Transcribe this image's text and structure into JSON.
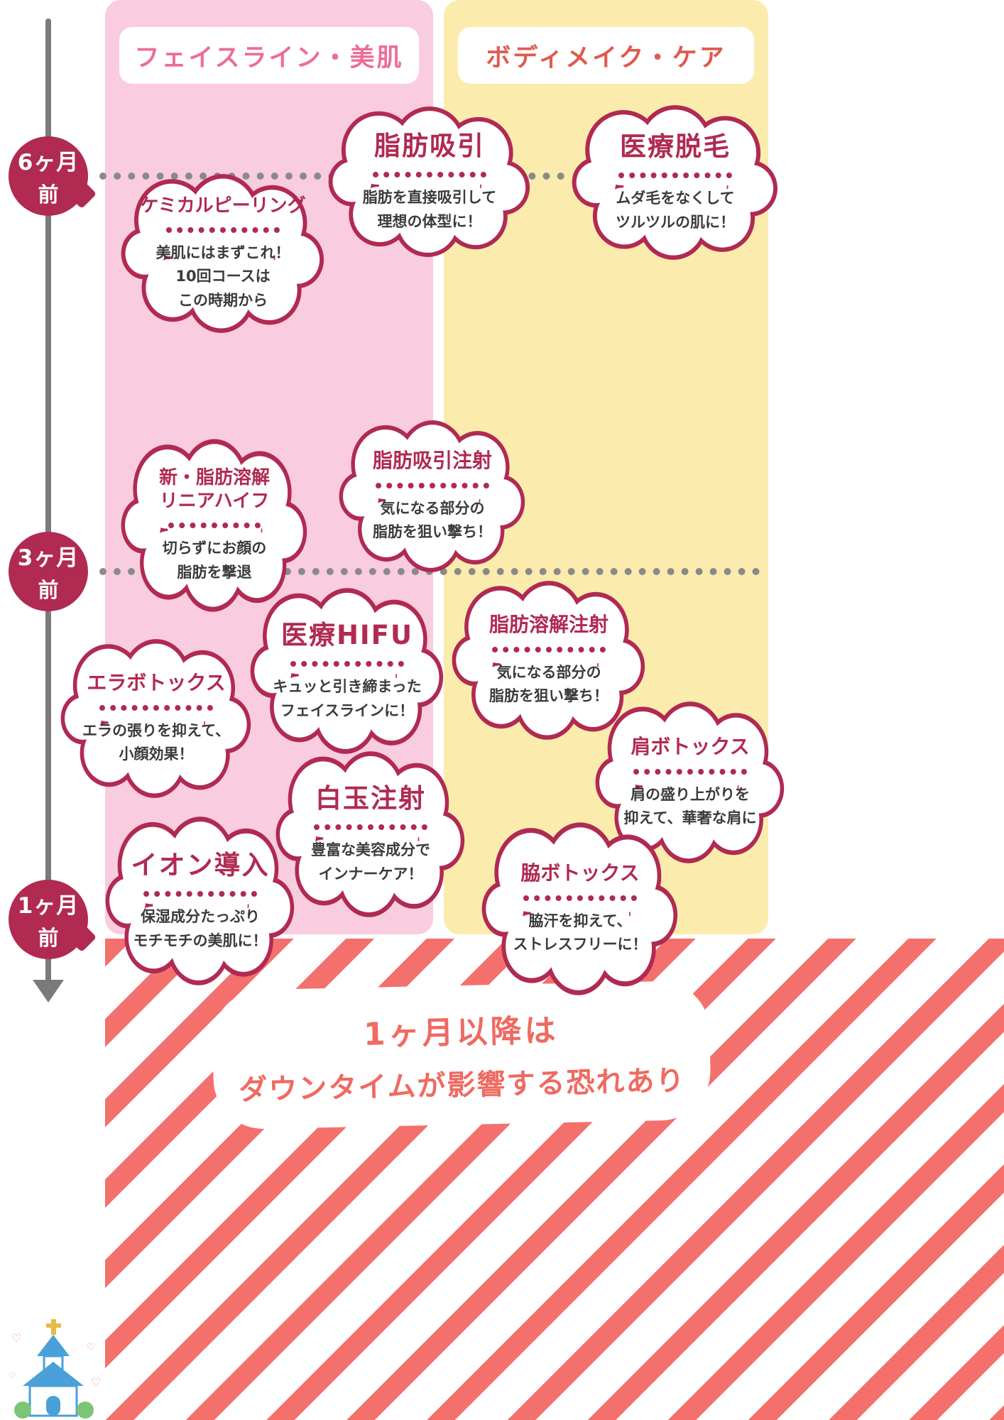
{
  "columns": [
    {
      "label": "フェイスライン・美肌",
      "bg": "#f9cce0",
      "text_color": "#ec6d96"
    },
    {
      "label": "ボディメイク・ケア",
      "bg": "#fbecae",
      "text_color": "#df5a4f"
    }
  ],
  "timeline_markers": [
    {
      "month": "6ヶ月",
      "suffix": "前"
    },
    {
      "month": "3ヶ月",
      "suffix": "前"
    },
    {
      "month": "1ヶ月",
      "suffix": "前"
    }
  ],
  "bubbles": [
    {
      "title": "ケミカルピーリング",
      "desc": "美肌にはまずこれ！\n10回コースは\nこの時期から"
    },
    {
      "title": "脂肪吸引",
      "desc": "脂肪を直接吸引して\n理想の体型に！"
    },
    {
      "title": "医療脱毛",
      "desc": "ムダ毛をなくして\nツルツルの肌に！"
    },
    {
      "title": "新・脂肪溶解\nリニアハイフ",
      "desc": "切らずにお顔の\n脂肪を撃退"
    },
    {
      "title": "脂肪吸引注射",
      "desc": "気になる部分の\n脂肪を狙い撃ち！"
    },
    {
      "title": "医療HIFU",
      "desc": "キュッと引き締まった\nフェイスラインに！"
    },
    {
      "title": "脂肪溶解注射",
      "desc": "気になる部分の\n脂肪を狙い撃ち！"
    },
    {
      "title": "エラボトックス",
      "desc": "エラの張りを抑えて、\n小顔効果！"
    },
    {
      "title": "肩ボトックス",
      "desc": "肩の盛り上がりを\n抑えて、華奢な肩に"
    },
    {
      "title": "白玉注射",
      "desc": "豊富な美容成分で\nインナーケア！"
    },
    {
      "title": "イオン導入",
      "desc": "保湿成分たっぷり\nモチモチの美肌に！"
    },
    {
      "title": "脇ボトックス",
      "desc": "脇汗を抑えて、\nストレスフリーに！"
    }
  ],
  "footer": {
    "line1": "1ヶ月以降は",
    "line2": "ダウンタイムが影響する恐れあり"
  },
  "colors": {
    "crimson": "#b02a52",
    "pink_column": "#f9cce0",
    "yellow_column": "#fbecae",
    "stripe_coral": "#f4706c",
    "timeline_gray": "#7a7a7a",
    "footer_text": "#ef6a61"
  }
}
